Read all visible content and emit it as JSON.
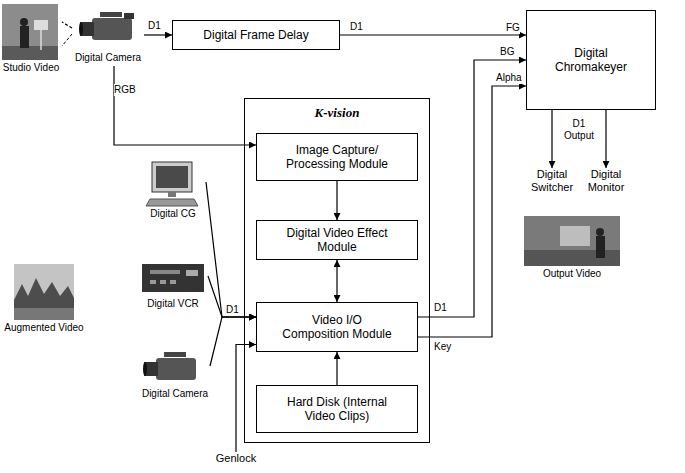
{
  "diagram": {
    "nodes": [
      {
        "text": [
          "Studio Video"
        ]
      },
      {
        "text": [
          "Digital Camera"
        ]
      },
      {
        "text": [
          "Digital Frame Delay"
        ]
      },
      {
        "text": [
          "Digital Chromakeyer"
        ]
      },
      {
        "text": [
          "K-vision"
        ]
      },
      {
        "text": [
          "Image Capture/ Processing Module"
        ],
        "in": 4
      },
      {
        "text": [
          "Digital Video Effect Module"
        ],
        "in": 4
      },
      {
        "text": [
          "Video I/O Composition Module"
        ],
        "in": 4
      },
      {
        "text": [
          "Hard Disk (Internal Video Clips)"
        ],
        "in": 4
      },
      {
        "text": [
          "Digital CG"
        ]
      },
      {
        "text": [
          "Digital VCR"
        ]
      },
      {
        "text": [
          "Digital Camera"
        ]
      },
      {
        "text": [
          "Augmented Video"
        ]
      },
      {
        "text": [
          "Digital Switcher"
        ]
      },
      {
        "text": [
          "Digital Monitor"
        ]
      },
      {
        "text": [
          "Output Video"
        ]
      },
      {
        "text": [
          "Genlock"
        ]
      }
    ],
    "edges": [
      {
        "from": 1,
        "to": 0,
        "arrow": "none"
      },
      {
        "from": 1,
        "to": 2,
        "label": "D1",
        "arrow": "to"
      },
      {
        "from": 2,
        "to": 3,
        "label": "D1",
        "arrow": "to"
      },
      {
        "from": 1,
        "to": 5,
        "label": "RGB",
        "arrow": "to"
      },
      {
        "from": 9,
        "to": 7,
        "arrow": "to"
      },
      {
        "from": 10,
        "to": 7,
        "label": "D1",
        "arrow": "to"
      },
      {
        "from": 11,
        "to": 7,
        "arrow": "to"
      },
      {
        "from": 7,
        "to": 3,
        "label": "D1",
        "arrow": "to"
      },
      {
        "from": 7,
        "to": 3,
        "label": "Key",
        "arrow": "to"
      },
      {
        "from": 5,
        "to": 6,
        "arrow": "to"
      },
      {
        "from": 6,
        "to": 7,
        "arrow": "both"
      },
      {
        "from": 8,
        "to": 7,
        "arrow": "to"
      },
      {
        "from": 3,
        "to": 13,
        "arrow": "to"
      },
      {
        "from": 3,
        "to": 14,
        "arrow": "to"
      },
      {
        "from": 16,
        "to": 7,
        "arrow": "to"
      }
    ],
    "labels": [
      "FG",
      "BG",
      "Alpha",
      "D1 Output"
    ]
  }
}
